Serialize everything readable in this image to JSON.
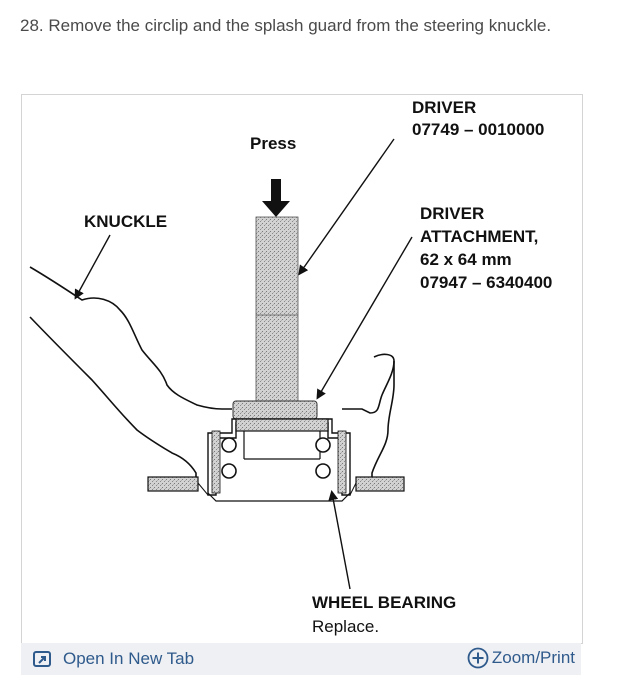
{
  "step": {
    "text": "28. Remove the circlip and the splash guard from the steering knuckle."
  },
  "figure": {
    "labels": {
      "press": "Press",
      "knuckle": "KNUCKLE",
      "driver_name": "DRIVER",
      "driver_part": "07749 – 0010000",
      "attachment_line1": "DRIVER",
      "attachment_line2": "ATTACHMENT,",
      "attachment_size": "62 x 64 mm",
      "attachment_part": "07947 – 6340400",
      "bearing_name": "WHEEL BEARING",
      "bearing_note": "Replace."
    }
  },
  "footer": {
    "open_label": "Open In New Tab",
    "zoom_label": "Zoom/Print",
    "link_color": "#2f5a8c",
    "background": "#eef0f4"
  }
}
